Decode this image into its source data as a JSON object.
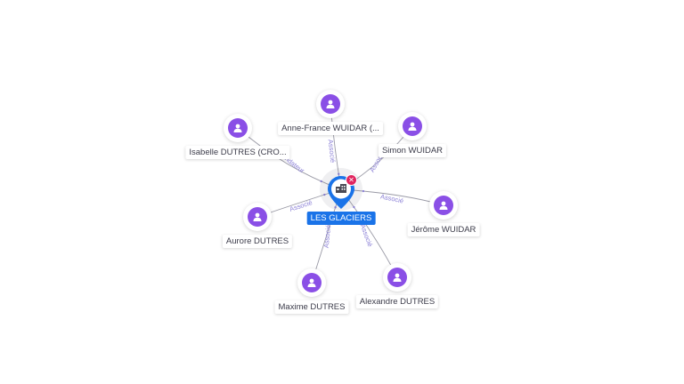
{
  "center": {
    "label": "LES GLACIERS",
    "icon": "building-icon",
    "badge_icon": "close-icon",
    "color": "#1a73e8",
    "badge_color": "#e0245e"
  },
  "people": [
    {
      "id": "anne",
      "label": "Anne-France WUIDAR (..."
    },
    {
      "id": "simon",
      "label": "Simon WUIDAR"
    },
    {
      "id": "isabelle",
      "label": "Isabelle DUTRES (CRO..."
    },
    {
      "id": "jerome",
      "label": "Jérôme WUIDAR"
    },
    {
      "id": "aurore",
      "label": "Aurore DUTRES"
    },
    {
      "id": "alexandre",
      "label": "Alexandre DUTRES"
    },
    {
      "id": "maxime",
      "label": "Maxime DUTRES"
    }
  ],
  "edges": [
    {
      "to": "anne",
      "label": "Associé"
    },
    {
      "to": "simon",
      "label": "Associé"
    },
    {
      "to": "isabelle",
      "label": "Fondateur"
    },
    {
      "to": "jerome",
      "label": "Associé"
    },
    {
      "to": "aurore",
      "label": "Associé"
    },
    {
      "to": "alexandre",
      "label": "Associé"
    },
    {
      "to": "maxime",
      "label": "Associé"
    }
  ],
  "person_icon": "person-icon",
  "colors": {
    "person": "#8a4fe6",
    "edge": "#9a9aa6",
    "edge_label": "#8a7fd6"
  }
}
